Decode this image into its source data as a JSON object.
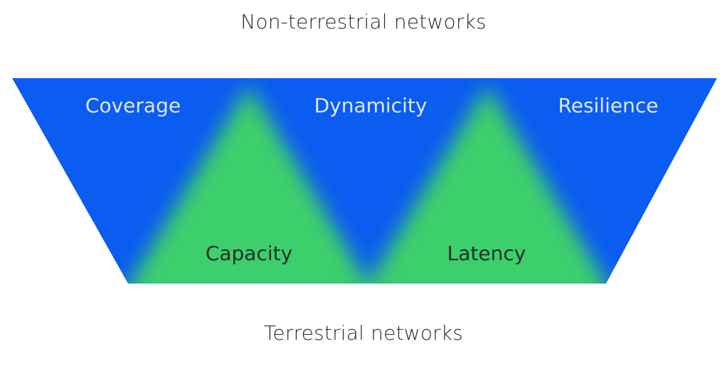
{
  "diagram": {
    "title_top": "Non-terrestrial networks",
    "title_bottom": "Terrestrial networks",
    "top_attributes": [
      "Coverage",
      "Dynamicity",
      "Resilience"
    ],
    "bottom_attributes": [
      "Capacity",
      "Latency"
    ],
    "colors": {
      "non_terrestrial": "#0b5cf0",
      "terrestrial": "#3ccf6c",
      "heading_text": "#2b2b2b",
      "top_label_text": "#dfe8ff",
      "bottom_label_text": "#1f2f2a"
    }
  }
}
